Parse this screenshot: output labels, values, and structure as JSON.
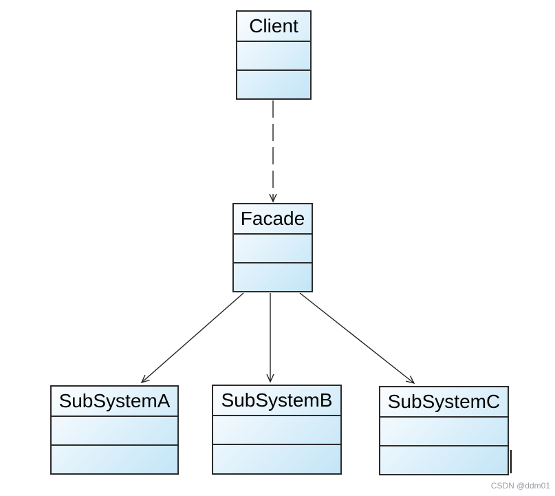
{
  "diagram": {
    "classes": [
      {
        "id": "client",
        "name": "Client"
      },
      {
        "id": "facade",
        "name": "Facade"
      },
      {
        "id": "subsystem_a",
        "name": "SubSystemA"
      },
      {
        "id": "subsystem_b",
        "name": "SubSystemB"
      },
      {
        "id": "subsystem_c",
        "name": "SubSystemC"
      }
    ],
    "relations": [
      {
        "from": "Client",
        "to": "Facade",
        "style": "dashed",
        "arrowhead": "open"
      },
      {
        "from": "Facade",
        "to": "SubSystemA",
        "style": "solid",
        "arrowhead": "open"
      },
      {
        "from": "Facade",
        "to": "SubSystemB",
        "style": "solid",
        "arrowhead": "open"
      },
      {
        "from": "Facade",
        "to": "SubSystemC",
        "style": "solid",
        "arrowhead": "open"
      }
    ],
    "watermark": "CSDN @ddm01",
    "colors": {
      "box_fill_start": "#fbfdff",
      "box_fill_end": "#c3e5f7",
      "box_border": "#2b2b2b",
      "arrow": "#222222",
      "watermark": "#9aa0a8"
    }
  }
}
